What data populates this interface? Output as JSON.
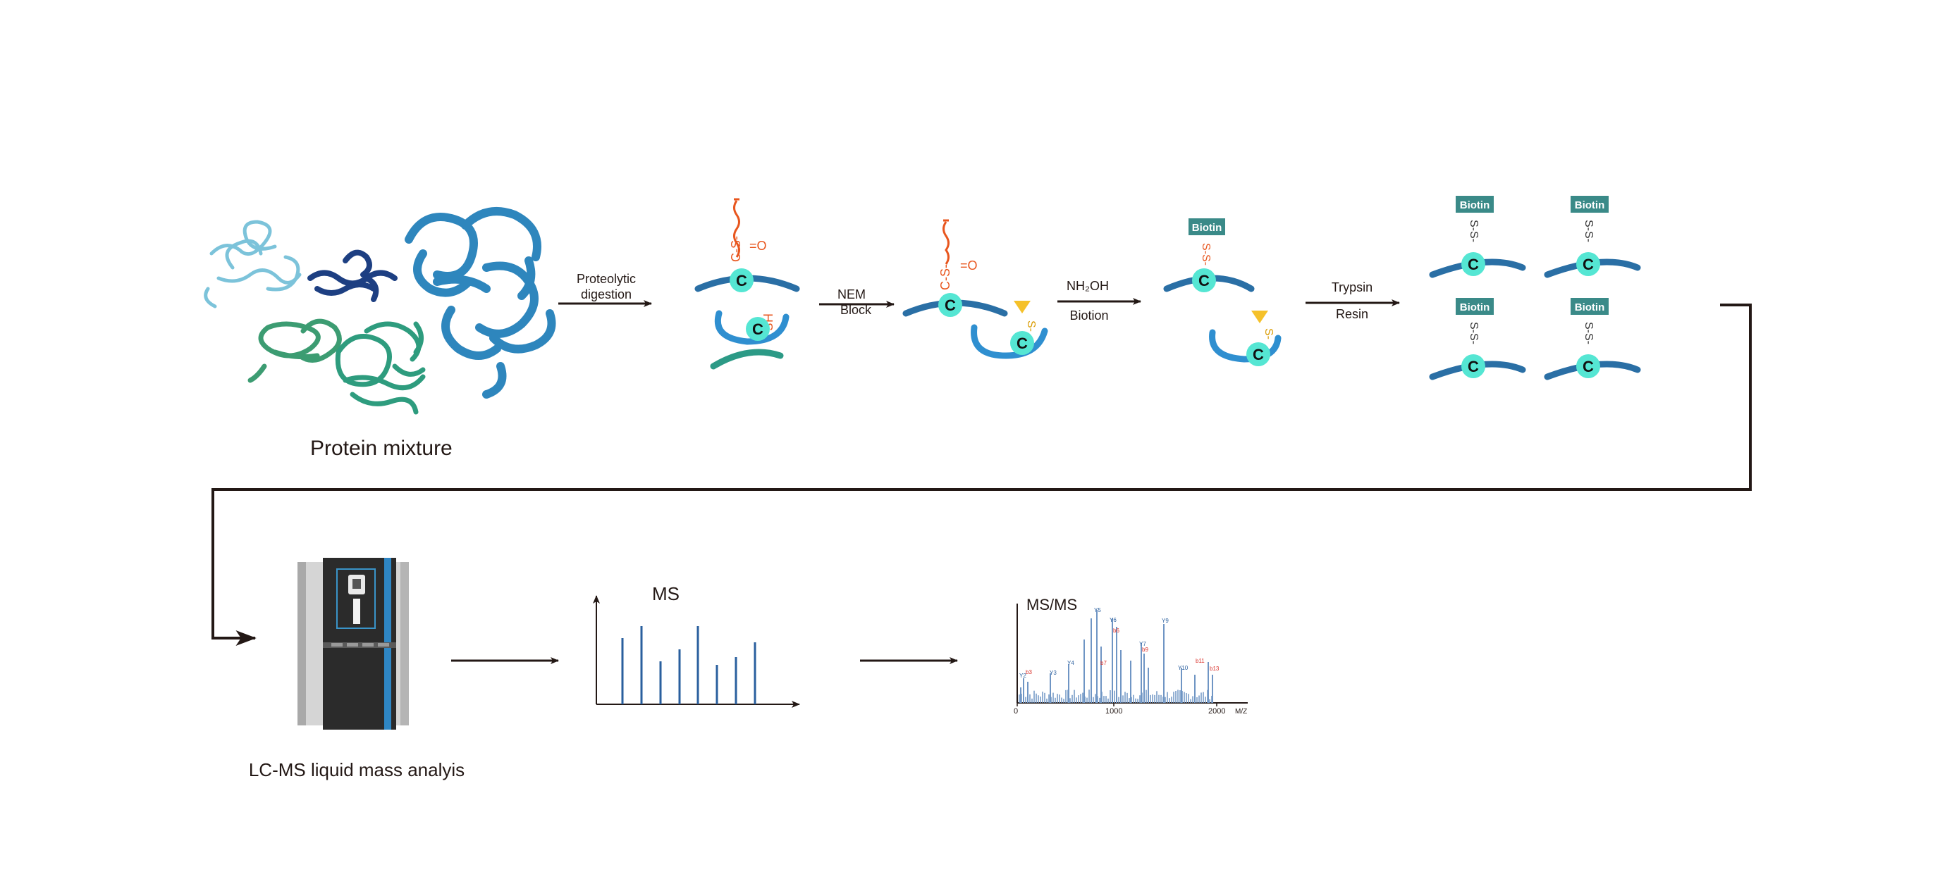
{
  "labels": {
    "protein_mixture": "Protein  mixture",
    "proteolytic": "Proteolytic",
    "digestion": "digestion",
    "nem": "NEM",
    "block": "Block",
    "nh2oh": "NH₂OH",
    "biotion": "Biotion",
    "trypsin": "Trypsin",
    "resin": "Resin",
    "lcms": "LC-MS liquid mass analyis",
    "ms": "MS",
    "msms": "MS/MS"
  },
  "chem": {
    "cys": "C",
    "biotin": "Biotin",
    "hs": "HS-",
    "oxo": "=O",
    "cs": "C-S-",
    "ss": "S-S-"
  },
  "msms": {
    "axis_ticks": [
      "0",
      "1000",
      "2000"
    ],
    "axis_unit": "M/Z",
    "y_ions": [
      "Y2",
      "Y3",
      "Y4",
      "Y5",
      "Y6",
      "Y7",
      "Y9",
      "Y10"
    ],
    "b_ions": [
      "b3",
      "b6",
      "b7",
      "b9",
      "b11",
      "b13"
    ]
  },
  "colors": {
    "peptide_dark": "#2a6fa5",
    "peptide_light": "#2f8fd0",
    "peptide_green": "#2c9a86",
    "cys_fill": "#55e6d3",
    "chem_orange": "#e8561e",
    "biotin_tag": "#3a8a88",
    "nem_yellow": "#f5c12a",
    "arrow": "#231815"
  }
}
